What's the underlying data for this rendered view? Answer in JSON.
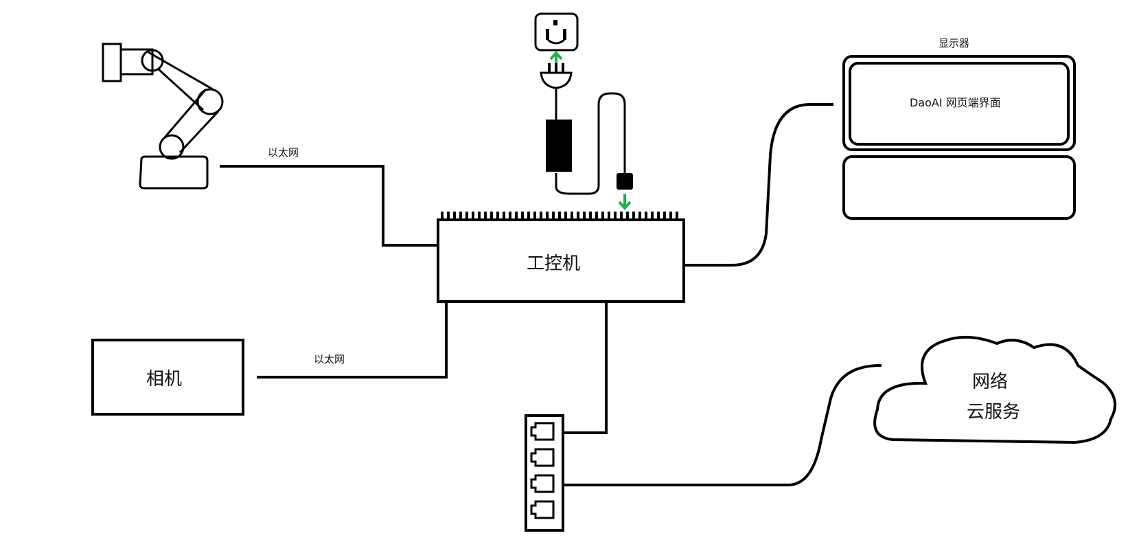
{
  "labels": {
    "ethernet_top": "以太网",
    "ethernet_bottom": "以太网",
    "monitor_title": "显示器",
    "monitor_screen": "DaoAI 网页端界面",
    "ipc": "工控机",
    "camera": "相机",
    "cloud_line1": "网络",
    "cloud_line2": "云服务"
  },
  "icons": [
    "robot-arm-icon",
    "power-outlet-icon",
    "power-plug-icon",
    "power-adapter-icon",
    "dc-connector-icon",
    "network-switch-icon",
    "cloud-icon",
    "monitor-icon"
  ],
  "colors": {
    "arrow": "#22b14c",
    "line": "#000000"
  }
}
